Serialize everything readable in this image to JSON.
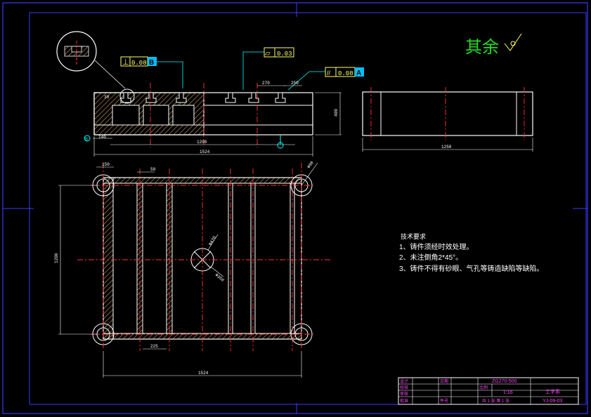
{
  "surface_finish": {
    "text": "其余"
  },
  "tolerances": {
    "perpendicularity": {
      "symbol": "⊥",
      "value": "0.08",
      "datum": "B"
    },
    "flatness": {
      "symbol": "▱",
      "value": "0.03"
    },
    "parallelism": {
      "symbol": "//",
      "value": "0.08",
      "datum": "A"
    }
  },
  "datum_labels": {
    "a": "A",
    "b": "B"
  },
  "dimensions": {
    "front_slot_pitch": "270",
    "front_slot_width": "250",
    "front_inner_length": "1200",
    "front_overall_length": "1524",
    "front_height": "400",
    "front_left_offset": "30",
    "front_left_tab": "140",
    "side_length": "1250",
    "plan_corner_offset": "150",
    "plan_rib_width": "50",
    "plan_height": "1200",
    "plan_bottom_gap": "225",
    "plan_overall_width": "1524",
    "plan_center_hole": "Φ470",
    "plan_center_hole_2": "Φ350",
    "plan_corner_hole": "Φ80"
  },
  "notes": {
    "title": "技术要求",
    "lines": [
      "1、铸件须经时效处理。",
      "2、未注倒角2*45°。",
      "3、铸件不得有砂眼、气孔等铸造缺陷等缺陷。"
    ]
  },
  "title_block": {
    "part_code": "ZG270-500",
    "quantity": "1:16",
    "sheet_info": "共 1 张  第 1 张",
    "org": "工学系",
    "drawing_no": "YJ-09-03",
    "row_labels": [
      "设计",
      "校核",
      "审核",
      "批准"
    ],
    "col_labels": [
      "日期",
      "比例",
      "件号"
    ]
  }
}
